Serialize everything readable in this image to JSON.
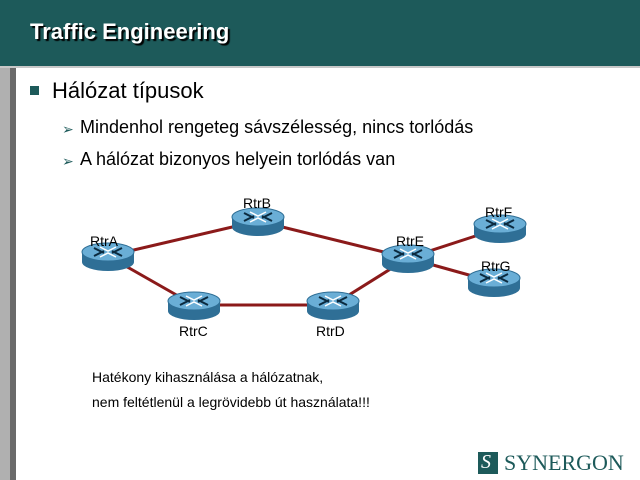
{
  "title": "Traffic Engineering",
  "heading": "Hálózat típusok",
  "subitems": [
    "Mindenhol rengeteg sávszélesség, nincs torlódás",
    "A hálózat bizonyos helyein torlódás van"
  ],
  "routers": {
    "a": "RtrA",
    "b": "RtrB",
    "c": "RtrC",
    "d": "RtrD",
    "e": "RtrE",
    "f": "RtrF",
    "g": "RtrG"
  },
  "note_lines": [
    "Hatékony kihasználása a hálózatnak,",
    "nem feltétlenül a legrövidebb út használata!!!"
  ],
  "logo": {
    "mark": "S",
    "text": "SYNERGON"
  },
  "colors": {
    "header": "#1d5a5a",
    "link": "#8b1a1a",
    "router": "#4a8fb8"
  }
}
